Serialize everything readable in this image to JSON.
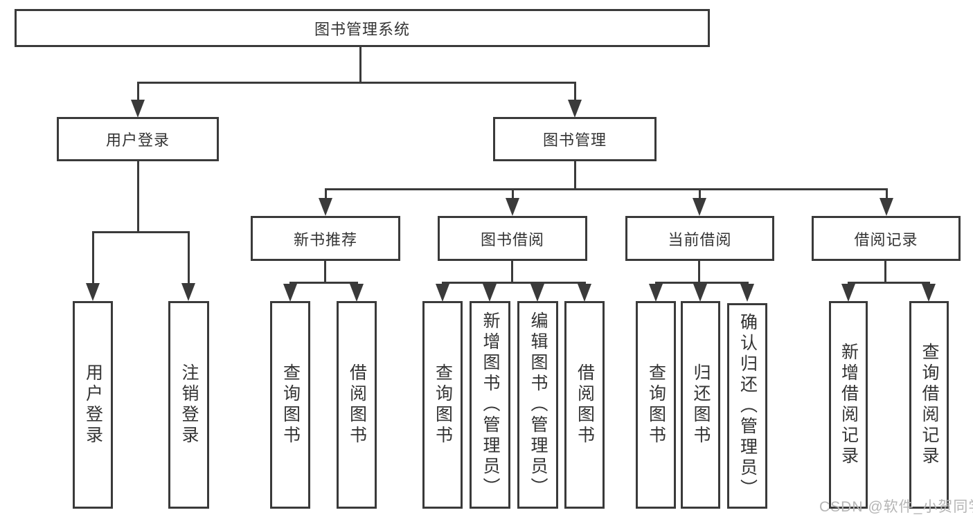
{
  "diagram": {
    "root": "图书管理系统",
    "level2": {
      "user_login": "用户登录",
      "book_mgmt": "图书管理"
    },
    "level3": {
      "new_books": "新书推荐",
      "book_borrow": "图书借阅",
      "current_borrow": "当前借阅",
      "borrow_records": "借阅记录"
    },
    "leaves": {
      "user_login": "用户登录",
      "logout": "注销登录",
      "nb_query": "查询图书",
      "nb_borrow": "借阅图书",
      "bb_query": "查询图书",
      "bb_add": "新增图书（管理员）",
      "bb_edit": "编辑图书（管理员）",
      "bb_borrow": "借阅图书",
      "cb_query": "查询图书",
      "cb_return": "归还图书",
      "cb_confirm": "确认归还（管理员）",
      "br_add": "新增借阅记录",
      "br_query": "查询借阅记录"
    },
    "watermark": "CSDN @软件_小贺同学",
    "colors": {
      "line": "#3a3a3a",
      "text": "#333333",
      "watermark": "#b5b5b5"
    }
  }
}
